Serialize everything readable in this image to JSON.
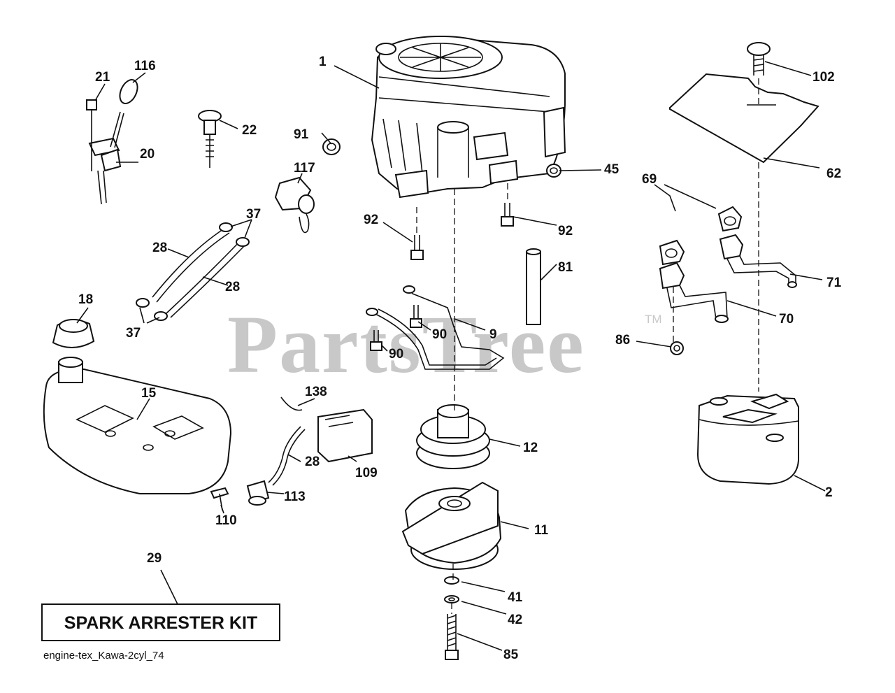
{
  "watermark": {
    "text": "PartsTree",
    "mark": "TM"
  },
  "kit_box": {
    "label": "SPARK ARRESTER KIT"
  },
  "footer": {
    "diagram_id": "engine-tex_Kawa-2cyl_74"
  },
  "callouts": {
    "engine": "1",
    "muffler": "2",
    "fuel_line_clip": "9",
    "pto_clutch": "11",
    "pulley": "12",
    "fuel_tank": "15",
    "fuel_cap": "18",
    "throttle_control": "20",
    "throttle_screw": "21",
    "choke_knob": "22",
    "fuel_hose_upper": "28",
    "fuel_hose_lower": "28",
    "fuel_hose_filter": "28",
    "spark_arrester_kit": "29",
    "hose_clamp_top": "37",
    "hose_clamp_bottom": "37",
    "washer_41": "41",
    "washer_42": "42",
    "nut_45": "45",
    "muffler_guard": "62",
    "gasket_69": "69",
    "exhaust_pipe_70": "70",
    "exhaust_pipe_71": "71",
    "tube_81": "81",
    "bolt_85": "85",
    "nut_86": "86",
    "screw_90_right": "90",
    "screw_90_left": "90",
    "nut_91": "91",
    "bolt_92_left": "92",
    "bolt_92_right": "92",
    "knob_102": "102",
    "relay_109": "109",
    "connector_110": "110",
    "fuel_shutoff_113": "113",
    "grip_116": "116",
    "fuel_valve_117": "117",
    "hose_138": "138"
  }
}
